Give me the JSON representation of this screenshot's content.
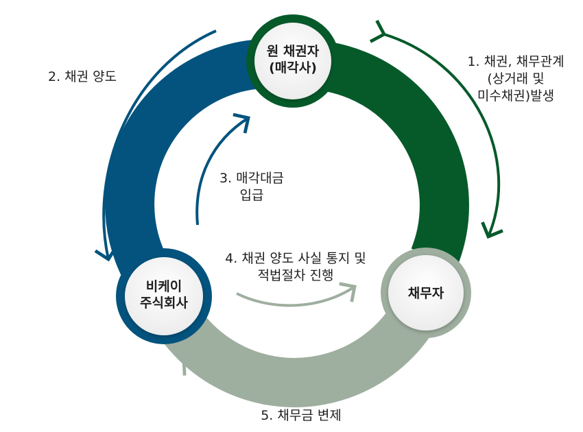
{
  "colors": {
    "green": "#065a2a",
    "blue": "#03537e",
    "gray": "#9eae9f",
    "node_fill": "#f4f4f4",
    "text": "#1e1e1e"
  },
  "nodes": {
    "creditor": {
      "line1": "원 채권자",
      "line2": "(매각사)"
    },
    "bk": {
      "line1": "비케이",
      "line2": "주식회사"
    },
    "debtor": {
      "line1": "채무자"
    }
  },
  "steps": {
    "step1": {
      "line1": "1. 채권, 채무관계",
      "line2": "(상거래 및",
      "line3": "미수채권)발생"
    },
    "step2": {
      "line1": "2. 채권 양도"
    },
    "step3": {
      "line1": "3. 매각대금",
      "line2": "입급"
    },
    "step4": {
      "line1": "4. 채권 양도 사실 통지 및",
      "line2": "적법절차 진행"
    },
    "step5": {
      "line1": "5. 채무금 변제"
    }
  }
}
